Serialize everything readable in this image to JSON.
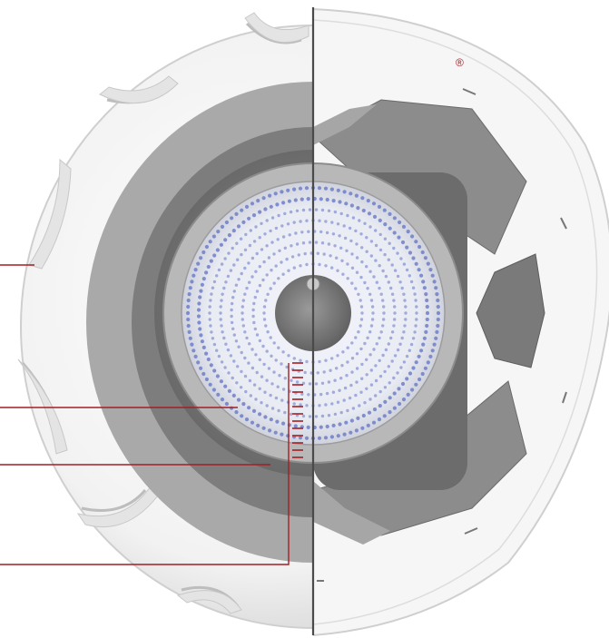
{
  "brand": {
    "registered_mark": "®",
    "accent_color": "#a41f24"
  },
  "palette": {
    "shell_white": "#f7f7f7",
    "shell_edge": "#d9d9d9",
    "ring_dark": "#6f6f6f",
    "ring_mid": "#9a9a9a",
    "ring_light": "#c9c9c9",
    "led_blue": "#6f7fc8",
    "divider": "#4a4a4a"
  },
  "callouts": [
    {
      "target": "reflector-lip"
    },
    {
      "target": "led-array"
    },
    {
      "target": "heat-sink-ring"
    },
    {
      "target": "led-module-core"
    }
  ]
}
